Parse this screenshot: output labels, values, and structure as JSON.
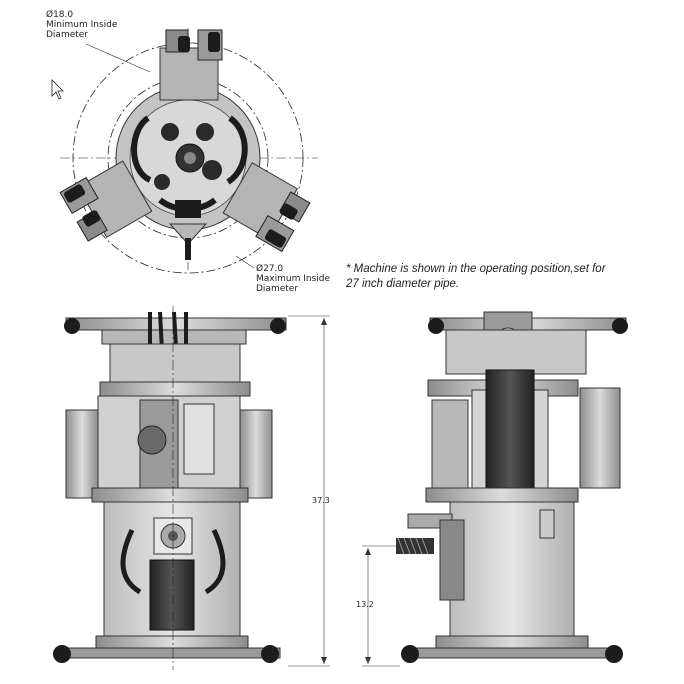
{
  "labels": {
    "min_diameter_value": "Ø18.0",
    "min_diameter_line1": "Minimum Inside",
    "min_diameter_line2": "Diameter",
    "max_diameter_value": "Ø27.0",
    "max_diameter_line1": "Maximum Inside",
    "max_diameter_line2": "Diameter"
  },
  "note": {
    "line1": "* Machine is shown in the operating position,set for",
    "line2": "27 inch diameter pipe."
  },
  "dimensions": {
    "overall_height": "37.3",
    "side_height": "13.2"
  },
  "colors": {
    "metal_light": "#d6d6d6",
    "metal_mid": "#a8a8a8",
    "metal_dark": "#5a5a5a",
    "black_part": "#1c1c1c"
  }
}
